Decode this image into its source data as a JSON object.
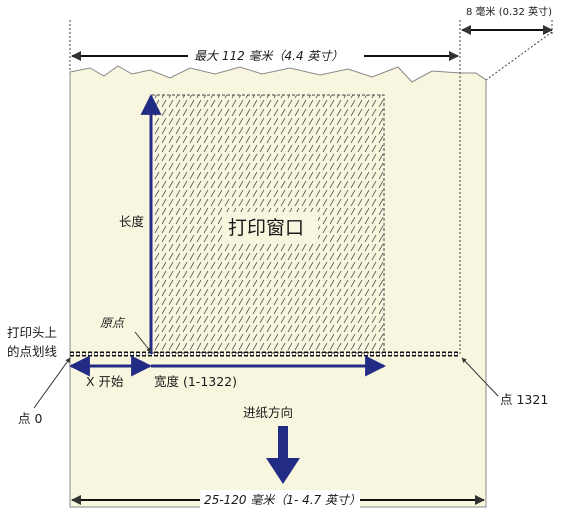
{
  "labels": {
    "max_width": "最大 112 毫米（4.4 英寸）",
    "margin": "8 毫米 (0.32 英寸)",
    "print_window": "打印窗口",
    "length": "长度",
    "origin": "原点",
    "printhead_line1": "打印头上",
    "printhead_line2": "的点划线",
    "x_start": "X 开始",
    "width": "宽度 (1-1322)",
    "dot_0": "点 0",
    "dot_1321": "点 1321",
    "feed_direction": "进纸方向",
    "paper_length": "25-120 毫米（1- 4.7 英寸）"
  },
  "colors": {
    "paper": "#f9f6e0",
    "arrow": "#232c84",
    "line": "#333333"
  }
}
